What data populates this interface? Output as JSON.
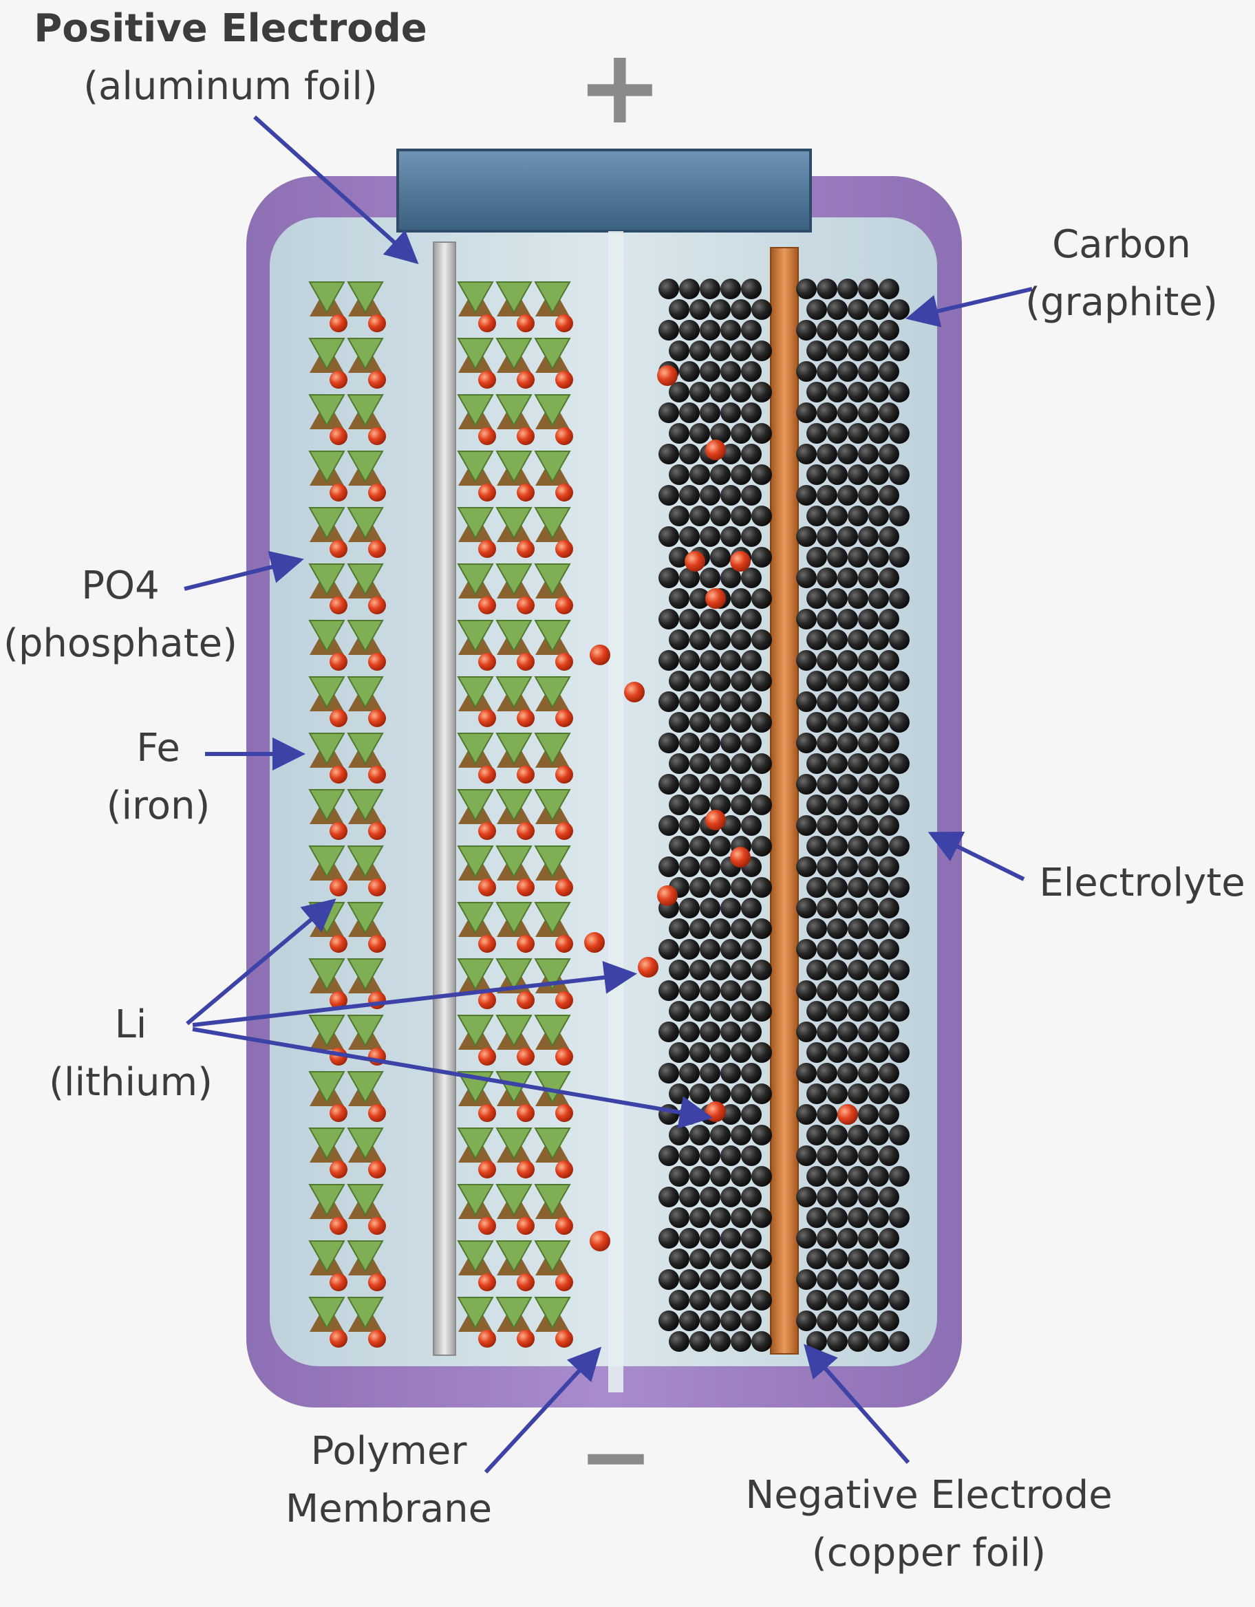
{
  "signs": {
    "positive": "+",
    "negative": "−"
  },
  "labels": {
    "positive_electrode": {
      "line1": "Positive Electrode",
      "line2": "(aluminum foil)"
    },
    "carbon": {
      "line1": "Carbon",
      "line2": "(graphite)"
    },
    "po4": {
      "line1": "PO4",
      "line2": "(phosphate)"
    },
    "fe": {
      "line1": "Fe",
      "line2": "(iron)"
    },
    "electrolyte": {
      "line1": "Electrolyte"
    },
    "li": {
      "line1": "Li",
      "line2": "(lithium)"
    },
    "polymer_membrane": {
      "line1": "Polymer",
      "line2": "Membrane"
    },
    "negative_electrode": {
      "line1": "Negative Electrode",
      "line2": "(copper foil)"
    }
  },
  "colors": {
    "casing": "#9b7bc0",
    "electrolyte": "#c9d9e0",
    "terminal": "#4d7293",
    "aluminum_foil": "#cfcfcf",
    "copper_foil": "#d07a3a",
    "phosphate_green": "#7fae55",
    "iron_brown": "#8a6230",
    "lithium": "#e0401d",
    "graphite": "#1f1f1f",
    "arrow": "#3d43a6"
  }
}
